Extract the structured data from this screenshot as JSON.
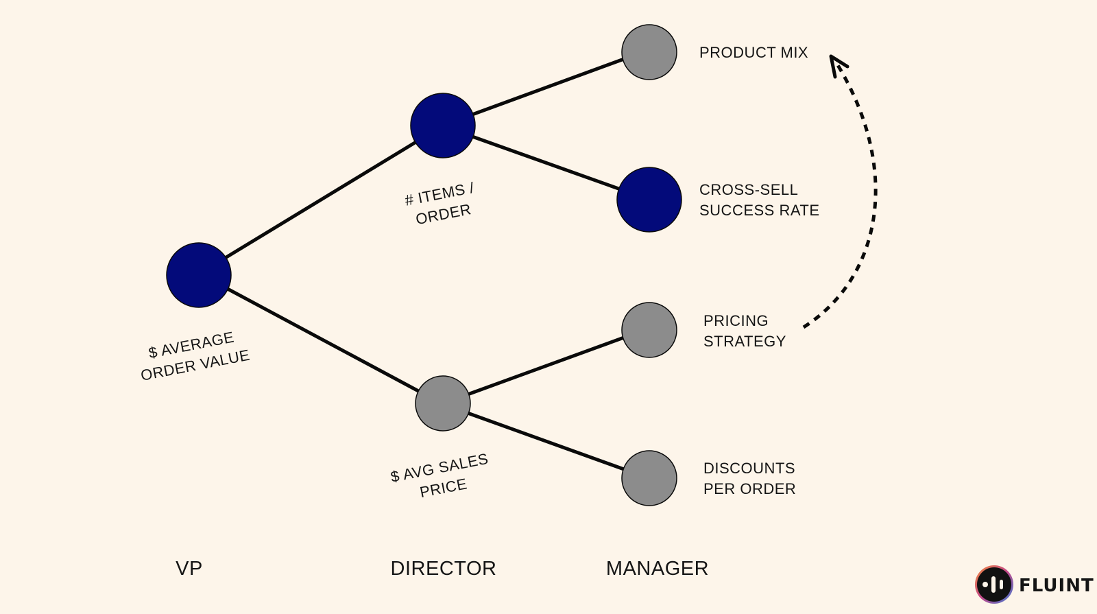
{
  "colors": {
    "background": "#fdf5ea",
    "active_node": "#030a7a",
    "inactive_node": "#8c8c8c",
    "line": "#0a0a0a"
  },
  "nodes": {
    "aov": {
      "line1": "$ AVERAGE",
      "line2": "ORDER VALUE",
      "state": "active"
    },
    "items": {
      "line1": "# ITEMS /",
      "line2": "ORDER",
      "state": "active"
    },
    "asp": {
      "line1": "$ AVG SALES",
      "line2": "PRICE",
      "state": "inactive"
    },
    "product_mix": {
      "line1": "PRODUCT MIX",
      "state": "inactive"
    },
    "cross_sell": {
      "line1": "CROSS-SELL",
      "line2": "SUCCESS RATE",
      "state": "active"
    },
    "pricing": {
      "line1": "PRICING",
      "line2": "STRATEGY",
      "state": "inactive"
    },
    "discounts": {
      "line1": "DISCOUNTS",
      "line2": "PER ORDER",
      "state": "inactive"
    }
  },
  "levels": {
    "vp": "VP",
    "director": "DIRECTOR",
    "manager": "MANAGER"
  },
  "logo": {
    "text": "FLUINT",
    "icon": "fluint-logo-icon"
  }
}
